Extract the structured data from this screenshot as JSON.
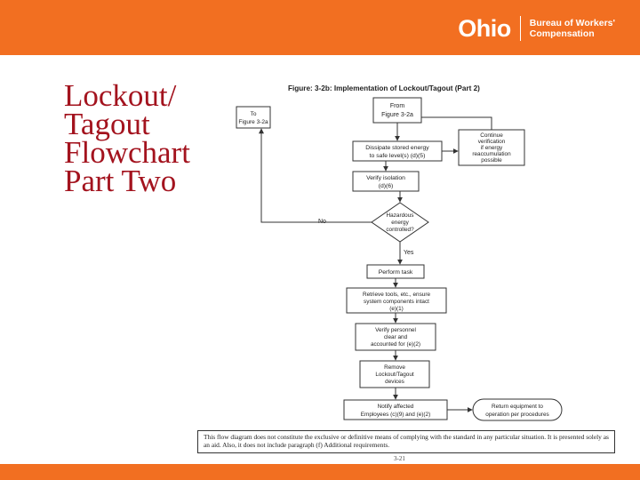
{
  "header": {
    "logo_word": "Ohio",
    "logo_sub_line1": "Bureau of Workers'",
    "logo_sub_line2": "Compensation"
  },
  "slide": {
    "title_lines": [
      "Lockout/",
      "Tagout",
      "Flowchart",
      "Part Two"
    ]
  },
  "figure": {
    "caption": "Figure: 3-2b: Implementation of Lockout/Tagout (Part 2)",
    "to_box": [
      "To",
      "Figure 3-2a"
    ],
    "from_box": [
      "From",
      "Figure 3-2a"
    ],
    "dissipate": [
      "Dissipate stored energy",
      "to safe level(s) (d)(5)"
    ],
    "continue": [
      "Continue",
      "verification",
      "if energy",
      "reaccumulation",
      "possible"
    ],
    "verify_isolation": [
      "Verify isolation",
      "(d)(6)"
    ],
    "decision": [
      "Hazardous",
      "energy",
      "controlled?"
    ],
    "no_label": "No",
    "yes_label": "Yes",
    "perform": "Perform task",
    "retrieve": [
      "Retrieve tools, etc., ensure",
      "system components intact",
      "(e)(1)"
    ],
    "verify_personnel": [
      "Verify personnel",
      "clear and",
      "accounted for (e)(2)"
    ],
    "remove": [
      "Remove",
      "Lockout/Tagout",
      "devices"
    ],
    "notify": [
      "Notify affected",
      "Employees (c)(9) and (e)(2)"
    ],
    "return": [
      "Return equipment to",
      "operation per procedures"
    ],
    "note": "This flow diagram does not constitute the exclusive or definitive means of complying with the standard in any particular situation. It is presented solely as an aid. Also, it does not include paragraph (f) Additional requirements.",
    "page": "3-21"
  }
}
